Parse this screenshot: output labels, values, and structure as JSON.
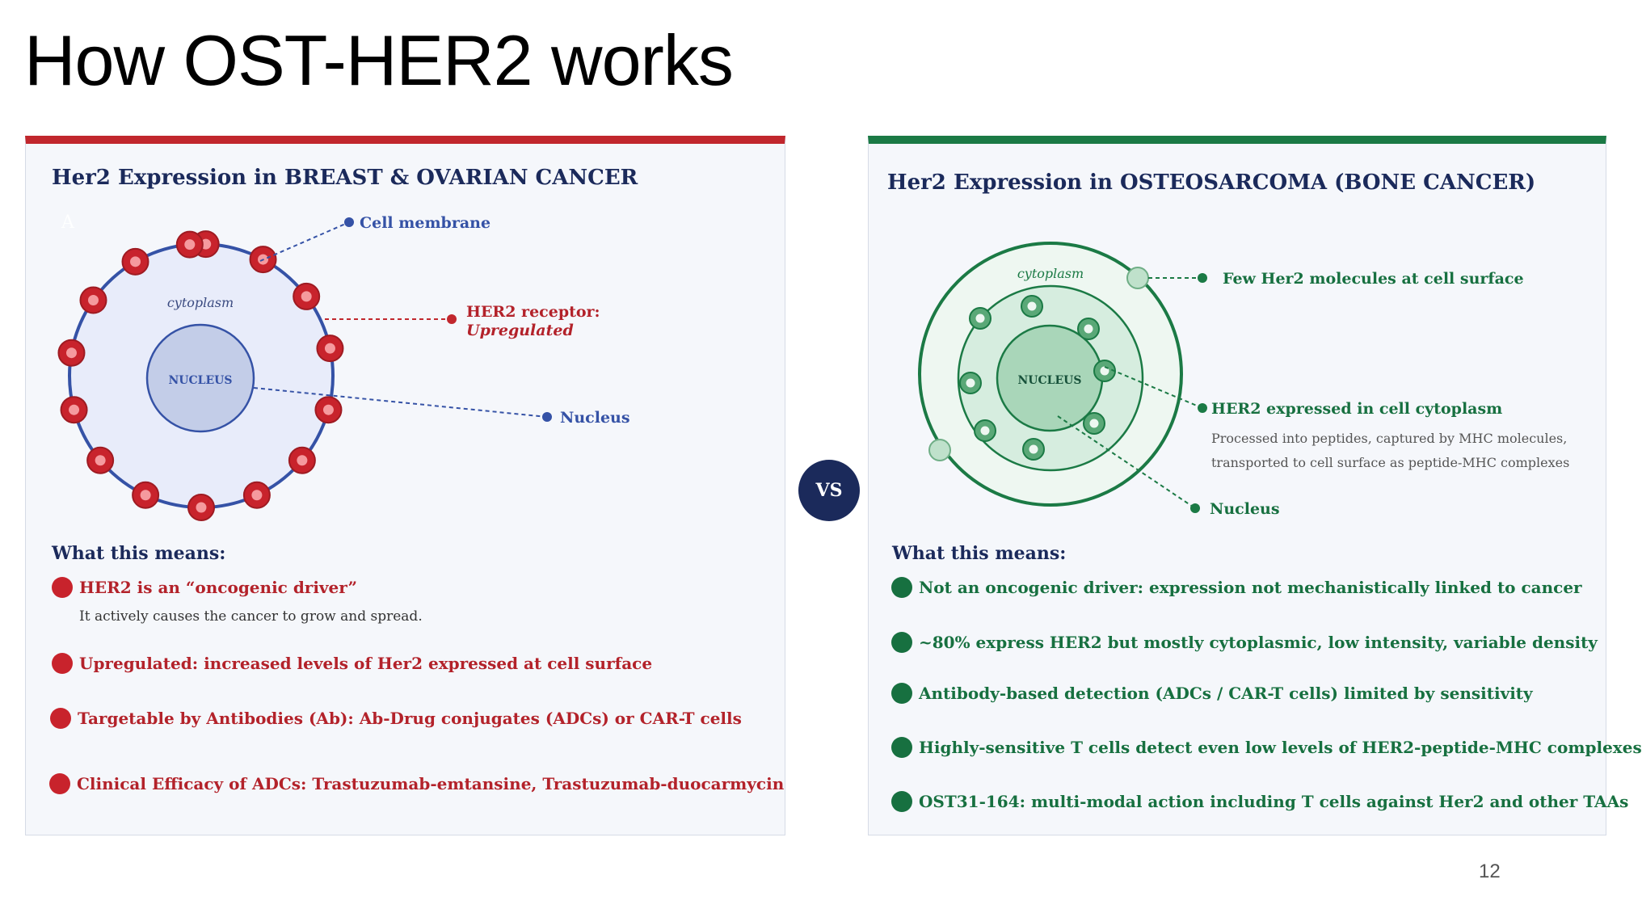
{
  "slide": {
    "title": "How OST-HER2 works",
    "page_number": "12",
    "vs_label": "VS"
  },
  "colors": {
    "red_accent": "#c1272d",
    "green_accent": "#1b7a45",
    "navy": "#1b2a5b"
  },
  "left_panel": {
    "title": "Her2 Expression in BREAST & OVARIAN CANCER",
    "panel_letter": "A",
    "diagram": {
      "cytoplasm_label": "cytoplasm",
      "nucleus_label": "NUCLEUS",
      "callout_membrane": "Cell membrane",
      "callout_receptor_line1": "HER2 receptor:",
      "callout_receptor_line2": "Upregulated",
      "callout_nucleus": "Nucleus"
    },
    "means_heading": "What this means:",
    "bullets": [
      "HER2 is an “oncogenic driver”",
      "Upregulated: increased levels of Her2 expressed at cell surface",
      "Targetable by Antibodies (Ab): Ab-Drug conjugates (ADCs) or CAR-T cells",
      "Clinical Efficacy of ADCs: Trastuzumab-emtansine, Trastuzumab-duocarmycin"
    ],
    "bullet1_note": "It actively causes the cancer to grow and spread."
  },
  "right_panel": {
    "title": "Her2 Expression in OSTEOSARCOMA (BONE CANCER)",
    "diagram": {
      "cytoplasm_label": "cytoplasm",
      "nucleus_label": "NUCLEUS",
      "callout_surface": "Few Her2 molecules at cell surface",
      "callout_cytoplasm": "HER2 expressed in cell cytoplasm",
      "callout_cytoplasm_note1": "Processed into peptides, captured by MHC molecules,",
      "callout_cytoplasm_note2": "transported to cell surface as peptide-MHC complexes",
      "callout_nucleus": "Nucleus"
    },
    "means_heading": "What this means:",
    "bullets": [
      "Not an oncogenic driver: expression not mechanistically linked to cancer",
      "~80% express HER2 but mostly cytoplasmic,  low intensity, variable density",
      "Antibody-based detection (ADCs / CAR-T cells) limited by sensitivity",
      "Highly-sensitive T cells detect even low levels of HER2-peptide-MHC complexes",
      "OST31-164: multi-modal action including T cells against Her2 and other TAAs"
    ]
  }
}
